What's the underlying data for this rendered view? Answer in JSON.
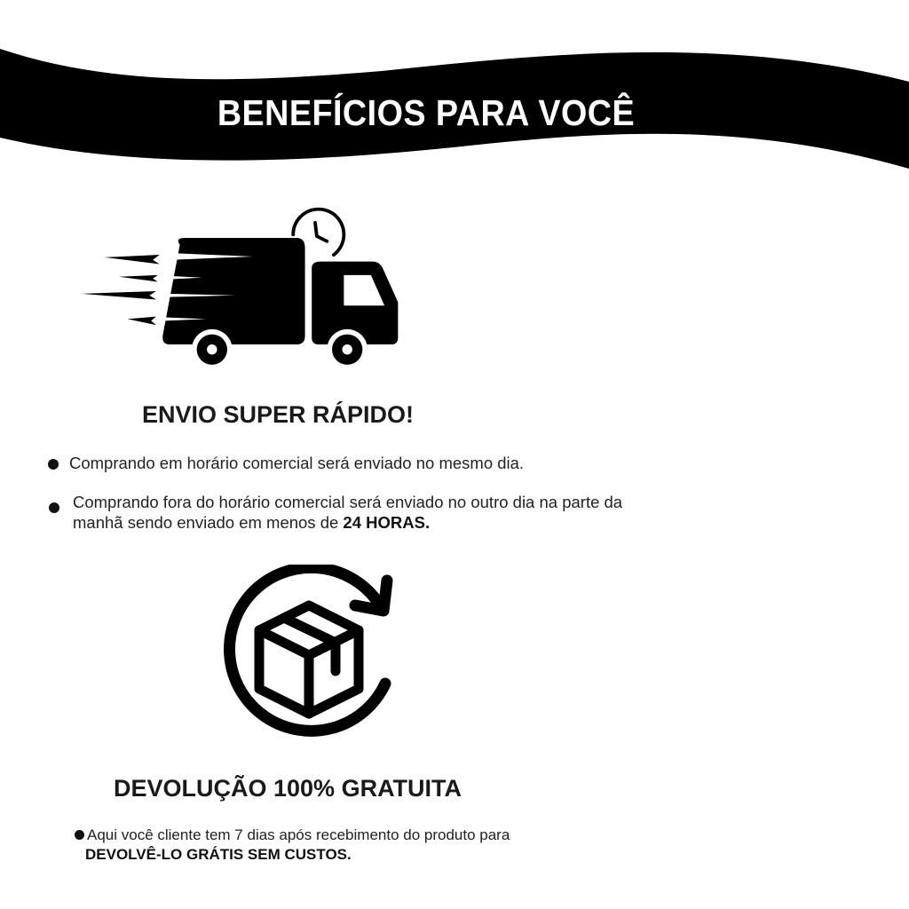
{
  "banner": {
    "title": "BENEFÍCIOS PARA VOCÊ",
    "background_color": "#000000",
    "text_color": "#ffffff"
  },
  "sections": [
    {
      "icon": "fast-delivery-truck-clock-icon",
      "heading": "ENVIO SUPER RÁPIDO!",
      "bullets": [
        {
          "text": "Comprando em horário comercial será enviado no mesmo dia."
        },
        {
          "text": "Comprando fora do horário comercial será enviado no outro dia na parte da manhã sendo enviado em menos de ",
          "bold": "24 HORAS."
        }
      ]
    },
    {
      "icon": "box-return-arrow-icon",
      "heading": "DEVOLUÇÃO 100% GRATUITA",
      "bullets": [
        {
          "text": "Aqui você cliente tem 7 dias após recebimento do produto para",
          "bold": "DEVOLVÊ-LO GRÁTIS SEM CUSTOS."
        }
      ]
    }
  ]
}
